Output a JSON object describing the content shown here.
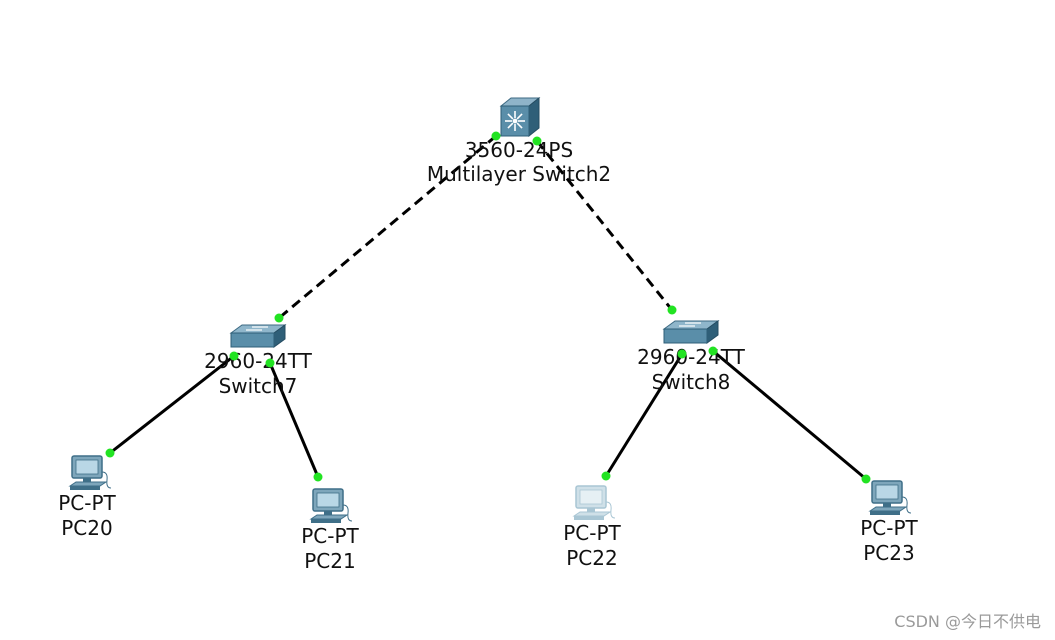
{
  "topology": {
    "devices": [
      {
        "id": "ms2",
        "type": "multilayer-switch",
        "model": "3560-24PS",
        "name": "Multilayer Switch2"
      },
      {
        "id": "sw7",
        "type": "switch",
        "model": "2960-24TT",
        "name": "Switch7"
      },
      {
        "id": "sw8",
        "type": "switch",
        "model": "2960-24TT",
        "name": "Switch8"
      },
      {
        "id": "pc20",
        "type": "pc",
        "model": "PC-PT",
        "name": "PC20"
      },
      {
        "id": "pc21",
        "type": "pc",
        "model": "PC-PT",
        "name": "PC21"
      },
      {
        "id": "pc22",
        "type": "pc",
        "model": "PC-PT",
        "name": "PC22"
      },
      {
        "id": "pc23",
        "type": "pc",
        "model": "PC-PT",
        "name": "PC23"
      }
    ],
    "links": [
      {
        "from": "ms2",
        "to": "sw7",
        "cable": "crossover"
      },
      {
        "from": "ms2",
        "to": "sw8",
        "cable": "crossover"
      },
      {
        "from": "sw7",
        "to": "pc20",
        "cable": "straight"
      },
      {
        "from": "sw7",
        "to": "pc21",
        "cable": "straight"
      },
      {
        "from": "sw8",
        "to": "pc22",
        "cable": "straight"
      },
      {
        "from": "sw8",
        "to": "pc23",
        "cable": "straight"
      }
    ],
    "link_status_color": "#22e322",
    "cable_color": "#000000"
  },
  "watermark": "CSDN @今日不供电"
}
